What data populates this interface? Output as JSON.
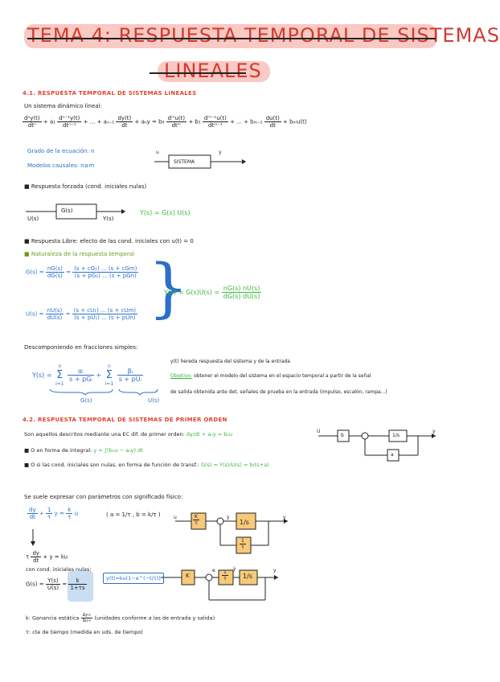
{
  "title": {
    "line1": "TEMA 4: RESPUESTA TEMPORAL DE SISTEMAS",
    "line2": "LINEALES"
  },
  "section1": {
    "heading": "4.1. RESPUESTA TEMPORAL DE SISTEMAS LINEALES",
    "intro": "Un sistema dinámico lineal:",
    "equation_lhs_1": "dⁿy(t)",
    "equation_lhs_1d": "dtⁿ",
    "equation_lhs_2": "+ a₁",
    "equation_lhs_3": "dⁿ⁻¹y(t)",
    "equation_lhs_3d": "dtⁿ⁻¹",
    "equation_lhs_4": "+ ... + aₙ₋₁",
    "equation_lhs_5": "dy(t)",
    "equation_lhs_5d": "dt",
    "equation_lhs_6": "+ aₙy = b₀",
    "equation_rhs_1": "dᵐu(t)",
    "equation_rhs_1d": "dtᵐ",
    "equation_rhs_2": "+ b₁",
    "equation_rhs_3": "dᵐ⁻¹u(t)",
    "equation_rhs_3d": "dtᵐ⁻¹",
    "equation_rhs_4": "+ ... + bₘ₋₁",
    "equation_rhs_5": "du(t)",
    "equation_rhs_5d": "dt",
    "equation_rhs_6": "+ bₘu(t)",
    "grado": "Grado de la ecuación: n",
    "causal": "Modelos causales: n≥m",
    "block_u": "u",
    "block_label": "SISTEMA",
    "block_y": "y",
    "forzada": "■ Respuesta forzada (cond. iniciales nulas)",
    "gs_block": "G(s)",
    "us_label": "U(s)",
    "ys_label": "Y(s)",
    "ys_eq": "Y(s) = G(s) U(s)",
    "libre": "■ Respuesta Libre: efecto de las cond. iniciales con u(t) = 0",
    "naturaleza": "■ Naturaleza de la respuesta temporal",
    "gs_lhs": "G(s) =",
    "gs_num": "nG(s)",
    "gs_den": "dG(s)",
    "gs_num2": "(s + cG₁) ... (s + cGm)",
    "gs_den2": "(s + pG₁) ... (s + pGn)",
    "us_lhs": "U(s) =",
    "us_num": "nU(s)",
    "us_den": "dU(s)",
    "us_num2": "(s + cU₁) ... (s + cUm)",
    "us_den2": "(s + pU₁) ... (s + pUn)",
    "ys_lhs": "Y(s) = G(s)U(s) =",
    "ys_num": "nG(s) nU(s)",
    "ys_den": "dG(s) dU(s)",
    "descomp": "Descomponiendo en fracciones simples:",
    "ys2_lhs": "Y(s) =",
    "sum1": "Σ",
    "sum1_top": "n",
    "sum1_bot": "i=1",
    "f1_num": "αᵢ",
    "f1_den": "s + pGᵢ",
    "plus": "+",
    "sum2": "Σ",
    "sum2_top": "n",
    "sum2_bot": "i=1",
    "f2_num": "βᵢ",
    "f2_den": "s + pUᵢ",
    "g_label": "G(s)",
    "u_label": "U(s)",
    "note1": "y(t) hereda respuesta del sistema y de la entrada",
    "objetivo_label": "Objetivo:",
    "objetivo_text": "obtener el modelo del sistema en el espacio temporal a partir de la señal",
    "objetivo_text2": "de salida obtenida ante det. señales de prueba en la entrada (impulso, escalón, rampa...)"
  },
  "section2": {
    "heading": "4.2. RESPUESTA TEMPORAL DE SISTEMAS DE PRIMER ORDEN",
    "line1": "Son aquellos descritos mediante una EC dif. de primer orden:",
    "line1_eq": "dy/dt + a₀y = b₀u",
    "line2": "■ O en forma de integral:",
    "line2_eq": "y = ∫(b₀u − a₀y) dt",
    "line3": "■ O si las cond. iniciales son nulas, en forma de función de transf.:",
    "line3_eq": "G(s) = Y(s)/U(s) = b/(s+a)",
    "d1_u": "U",
    "d1_b": "b",
    "d1_int": "1/s",
    "d1_a": "a",
    "d1_y": "y",
    "suele": "Se suele expresar con parámetros con significado físico:",
    "eq2_a": "dy",
    "eq2_ad": "dt",
    "eq2_b": "+",
    "eq2_c": "1",
    "eq2_cd": "τ",
    "eq2_d": "y =",
    "eq2_e": "k",
    "eq2_ed": "τ",
    "eq2_f": "u",
    "eq2_param": "( a = 1/τ ,  b = k/τ )",
    "d2_u": "u",
    "d2_k": "K",
    "d2_kd": "τ",
    "d2_int": "1/s",
    "d2_fb": "1",
    "d2_fbd": "τ",
    "d2_ydot": "ẏ",
    "d2_y": "y",
    "eq3_a": "τ",
    "eq3_b": "dy",
    "eq3_bd": "dt",
    "eq3_c": "+ y = ku",
    "cond": "con cond. iniciales nulas:",
    "gs_a": "G(s) =",
    "gs_b": "Y(s)",
    "gs_bd": "U(s)",
    "gs_c": "=",
    "gs_d": "k",
    "gs_dd": "1+τs",
    "yt": "y(t)=ku(1−e^(−t/τ))",
    "d3_k": "K",
    "d3_e": "e",
    "d3_t": "1",
    "d3_td": "τ",
    "d3_int": "1/s",
    "d3_ydot": "ẏ",
    "d3_y": "y",
    "k_def": "k: Ganancia estática",
    "k_frac_n": "Δy∞",
    "k_frac_d": "Δu∞",
    "k_def2": "(unidades conforme a las de entrada y salida)",
    "tau_def": "τ: cte de tiempo (medida en uds. de tiempo)"
  },
  "colors": {
    "title": "#d23a2e",
    "heading": "#e0442e",
    "blue": "#2a6fc9",
    "green": "#3bb33b",
    "highlight": "#f9c9c4"
  }
}
